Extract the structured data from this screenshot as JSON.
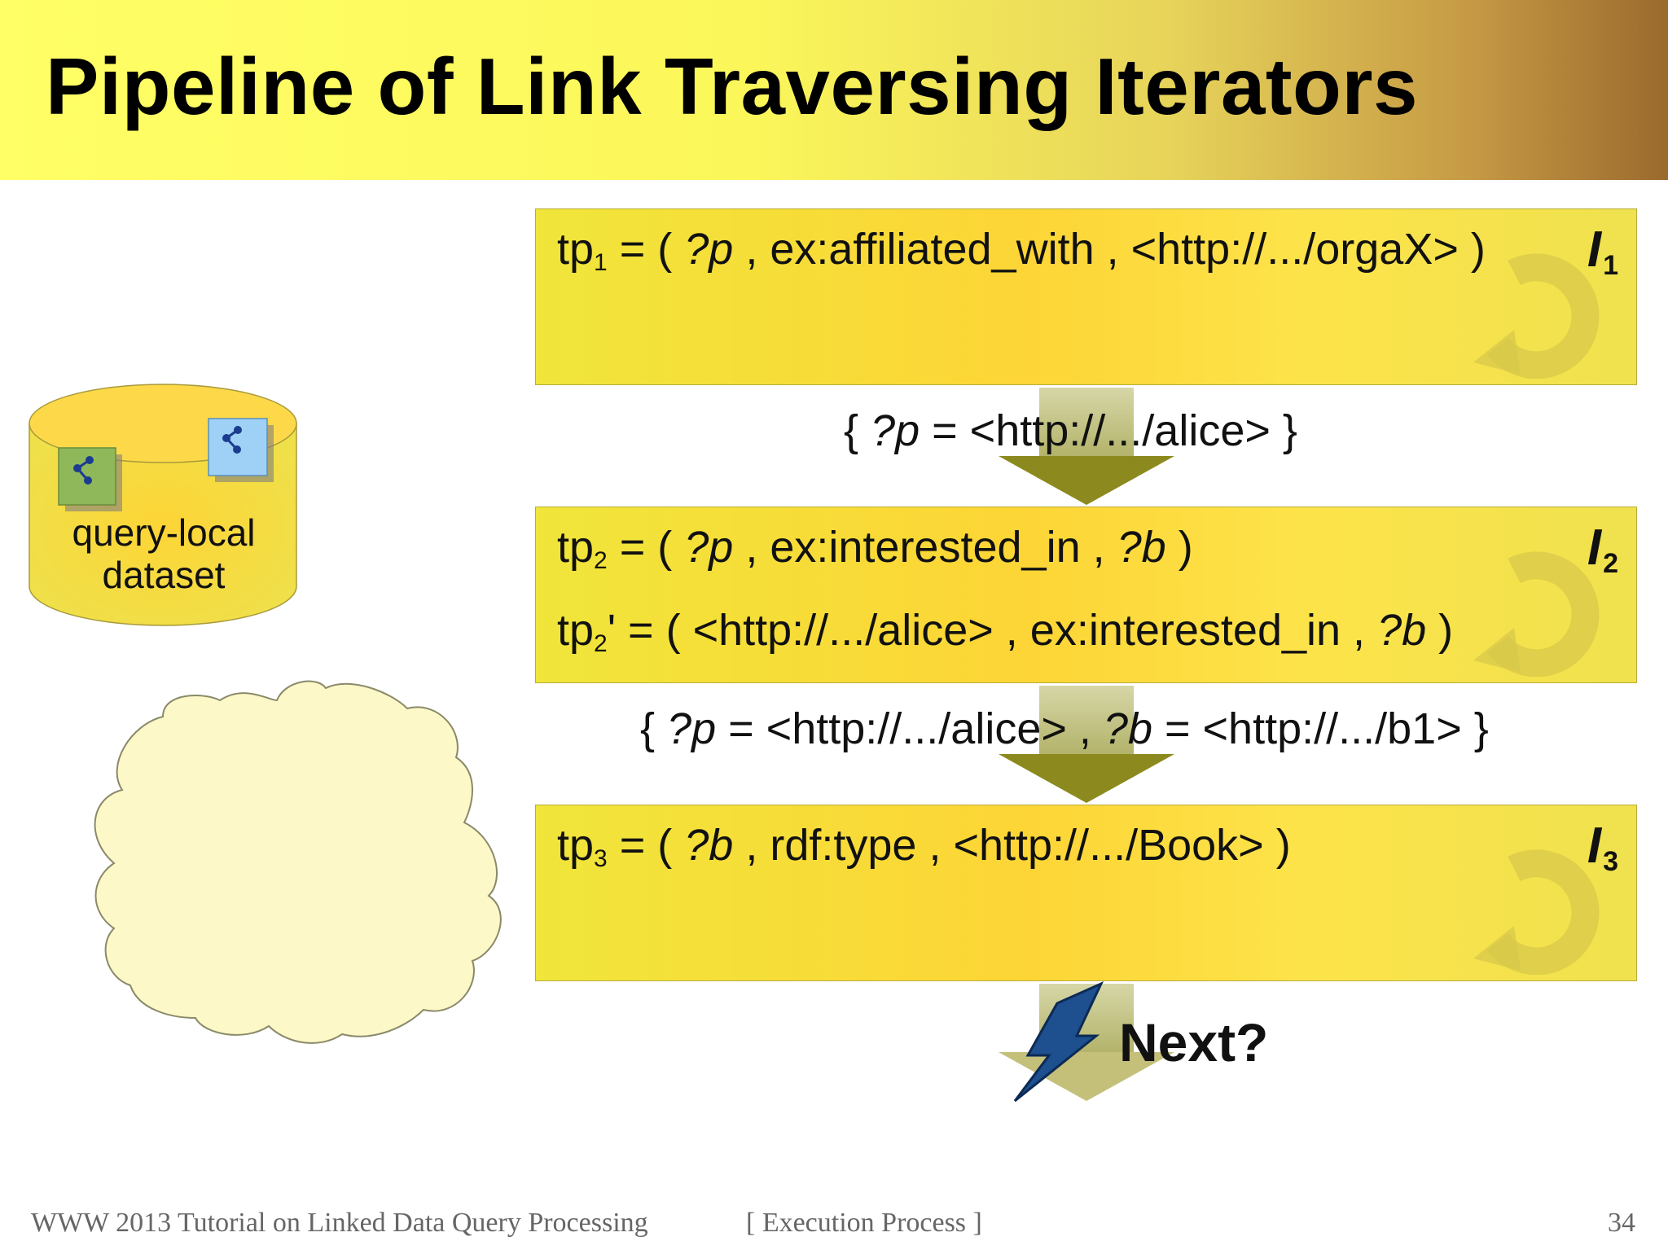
{
  "header": {
    "title": "Pipeline of Link Traversing Iterators"
  },
  "iterators": [
    {
      "label": "I",
      "label_sub": "1",
      "lines": [
        {
          "pre": "tp",
          "sub": "1",
          "a": " = ( ",
          "var1": "?p",
          "b": " , ex:affiliated_with , <http://.../orgaX> )",
          "var2": "",
          "c": ""
        }
      ]
    },
    {
      "label": "I",
      "label_sub": "2",
      "lines": [
        {
          "pre": "tp",
          "sub": "2",
          "a": " = ( ",
          "var1": "?p",
          "b": " , ex:interested_in , ",
          "var2": "?b",
          "c": " )"
        },
        {
          "pre": "tp",
          "sub": "2",
          "a": "' = ( <http://.../alice> , ex:interested_in , ",
          "var1": "",
          "b": "",
          "var2": "?b",
          "c": " )"
        }
      ]
    },
    {
      "label": "I",
      "label_sub": "3",
      "lines": [
        {
          "pre": "tp",
          "sub": "3",
          "a": " = ( ",
          "var1": "?b",
          "b": " , rdf:type , <http://.../Book> )",
          "var2": "",
          "c": ""
        }
      ]
    }
  ],
  "bindings": {
    "b1": {
      "open": "{ ",
      "var1": "?p",
      "rest1": " = <http://.../alice> }",
      "sep": "",
      "var2": "",
      "rest2": ""
    },
    "b2": {
      "open": "{ ",
      "var1": "?p",
      "rest1": " = <http://.../alice> , ",
      "sep": "",
      "var2": "?b",
      "rest2": " = <http://.../b1> }"
    }
  },
  "next_label": "Next?",
  "dataset": {
    "line1": "query-local",
    "line2": "dataset"
  },
  "footer": {
    "left": "WWW 2013 Tutorial on Linked Data Query Processing",
    "center": "[ Execution Process ]",
    "page": "34"
  },
  "colors": {
    "box_yellow": "#fdd536",
    "arrow_olive": "#8c8a1e",
    "cloud_fill": "#fdf8c8",
    "lightning_blue": "#1e4f8f"
  }
}
